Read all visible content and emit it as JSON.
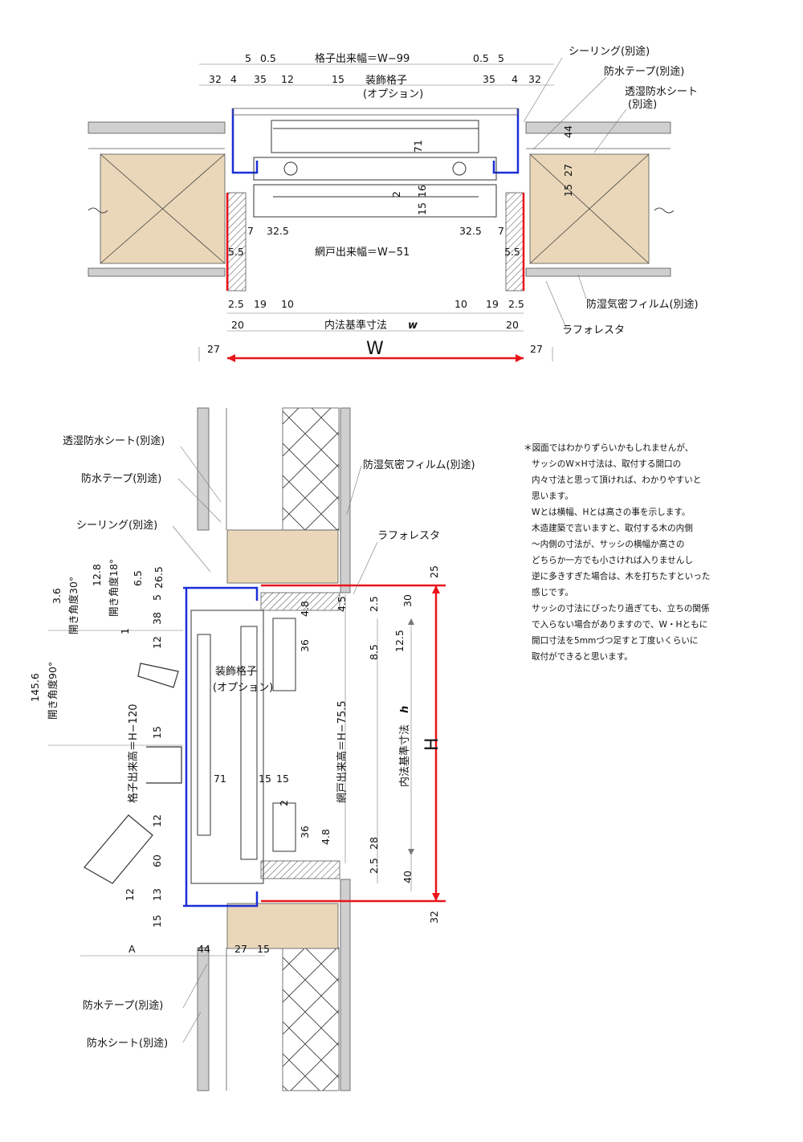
{
  "plan": {
    "top_dims": [
      "5",
      "0.5",
      "格子出来幅＝W−99",
      "0.5",
      "5"
    ],
    "row2_dims_left": [
      "32",
      "4",
      "35",
      "12"
    ],
    "row2_center": "15",
    "row2_dims_right": [
      "35",
      "4",
      "32"
    ],
    "labels": {
      "sealing": "シーリング(別途)",
      "waterproof_tape": "防水テープ(別途)",
      "permeable_sheet_1": "透湿防水シート",
      "permeable_sheet_2": "(別途)",
      "lattice_1": "装飾格子",
      "lattice_2": "(オプション)",
      "vapor_film": "防湿気密フィルム(別途)",
      "lath": "ラフォレスタ"
    },
    "inner_dims": [
      "71",
      "2",
      "16",
      "15",
      "44",
      "27",
      "15"
    ],
    "lower_dims": [
      "7",
      "32.5",
      "32.5",
      "7",
      "5.5",
      "5.5"
    ],
    "screen_width": "網戸出来幅＝W−51",
    "bottom_left": [
      "2.5",
      "19",
      "10"
    ],
    "bottom_right": [
      "10",
      "19",
      "2.5"
    ],
    "inner_ref": "内法基準寸法",
    "inner_ref_var": "w",
    "dim_20": "20",
    "dim_27": "27",
    "W": "W"
  },
  "section": {
    "labels": {
      "permeable_sheet": "透湿防水シート(別途)",
      "waterproof_tape": "防水テープ(別途)",
      "sealing": "シーリング(別途)",
      "vapor_film": "防湿気密フィルム(別途)",
      "lath": "ラフォレスタ",
      "lattice_1": "装飾格子",
      "lattice_2": "(オプション)",
      "waterproof_tape_b": "防水テープ(別途)",
      "waterproof_sheet_b": "防水シート(別途)"
    },
    "angle_30_val": "3.6",
    "angle_30": "開き角度30°",
    "angle_18_val": "12.8",
    "angle_18": "開き角度18°",
    "angle_90_val": "145.6",
    "angle_90": "開き角度90°",
    "lattice_height": "格子出来高＝H−120",
    "screen_height": "網戸出来高＝H−75.5",
    "inner_ref": "内法基準寸法",
    "inner_ref_var": "h",
    "H": "H",
    "left_dims": [
      "6.5",
      "26.5",
      "5",
      "38",
      "1",
      "12",
      "15",
      "12",
      "60",
      "12",
      "13",
      "15"
    ],
    "right_dims": [
      "25",
      "4.8",
      "4.5",
      "2.5",
      "30",
      "36",
      "8.5",
      "12.5",
      "15",
      "15",
      "71",
      "2",
      "36",
      "4.8",
      "28",
      "2.5",
      "40",
      "32"
    ],
    "bottom_dims": [
      "A",
      "44",
      "27",
      "15"
    ]
  },
  "note": {
    "lines": [
      "＊図面ではわかりずらいかもしれませんが、",
      "サッシのW×H寸法は、取付する開口の",
      "内々寸法と思って頂ければ、わかりやすいと",
      "思います。",
      "Wとは横幅、Hとは高さの事を示します。",
      "木造建築で言いますと、取付する木の内側",
      "〜内側の寸法が、サッシの横幅か高さの",
      "どちらか一方でも小さければ入りませんし",
      "逆に多きすぎた場合は、木を打ちたすといった",
      "感じです。",
      "サッシの寸法にぴったり過ぎても、立ちの関係",
      "で入らない場合がありますので、W・Hともに",
      "開口寸法を5mmづつ足すと丁度いくらいに",
      "取付ができると思います。"
    ]
  },
  "colors": {
    "accent_red": "#e8141a",
    "frame_blue": "#1a2fd6",
    "wood": "#ead7b9",
    "gray": "#cfcfcf"
  }
}
